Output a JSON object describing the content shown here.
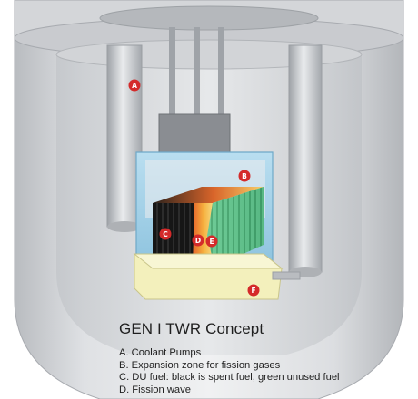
{
  "diagram": {
    "title": "GEN I TWR Concept",
    "legend": [
      "A. Coolant Pumps",
      "B. Expansion zone for fission gases",
      "C. DU fuel: black is spent fuel, green unused fuel",
      "D. Fission wave"
    ],
    "markers": {
      "a": "A",
      "b": "B",
      "c": "C",
      "d": "D",
      "e": "E",
      "f": "F"
    },
    "colors": {
      "marker": "#d42a2a",
      "spent_fuel": "#1a1a1a",
      "unused_fuel": "#5cc08a",
      "fission_wave": "#f2c04a",
      "expansion_zone": "#a9d4ea",
      "base": "#f3f0bc",
      "vessel": "#d7d9dc"
    }
  }
}
